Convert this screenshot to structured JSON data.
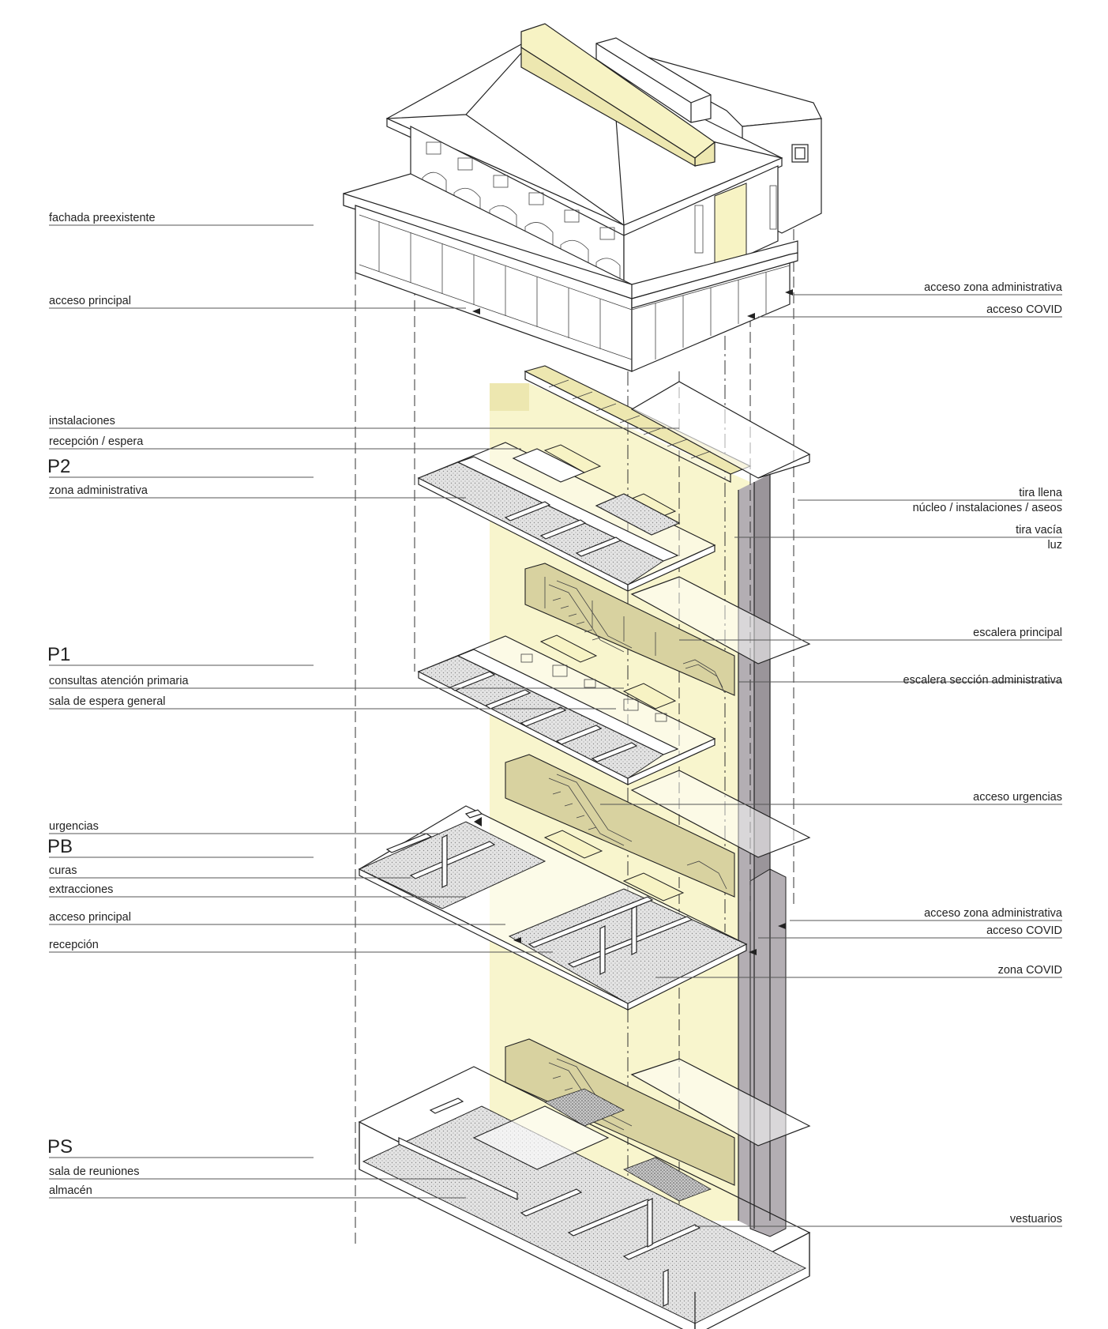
{
  "colors": {
    "highlight": "#f7f3c4",
    "highlight_dark": "#e8e2a6",
    "core": "#b3aeb3",
    "core_dark": "#9a959a",
    "floor_fill": "#d9d9d9",
    "line": "#222222"
  },
  "levels": {
    "p2": "P2",
    "p1": "P1",
    "pb": "PB",
    "ps": "PS"
  },
  "labels_left": {
    "fachada": "fachada preexistente",
    "acceso_principal_top": "acceso principal",
    "instalaciones": "instalaciones",
    "recepcion_espera": "recepción / espera",
    "zona_administrativa": "zona administrativa",
    "consultas": "consultas atención primaria",
    "sala_espera": "sala de espera general",
    "urgencias": "urgencias",
    "curas": "curas",
    "extracciones": "extracciones",
    "acceso_principal_pb": "acceso principal",
    "recepcion": "recepción",
    "sala_reuniones": "sala de reuniones",
    "almacen": "almacén"
  },
  "labels_right": {
    "acceso_admin_top": "acceso zona administrativa",
    "acceso_covid_top": "acceso COVID",
    "tira_llena": "tira llena",
    "nucleo": "núcleo / instalaciones / aseos",
    "tira_vacia": "tira vacía",
    "luz": "luz",
    "escalera_principal": "escalera principal",
    "escalera_admin": "escalera sección administrativa",
    "acceso_urgencias": "acceso urgencias",
    "acceso_admin_pb": "acceso zona administrativa",
    "acceso_covid_pb": "acceso COVID",
    "zona_covid": "zona COVID",
    "vestuarios": "vestuarios"
  }
}
